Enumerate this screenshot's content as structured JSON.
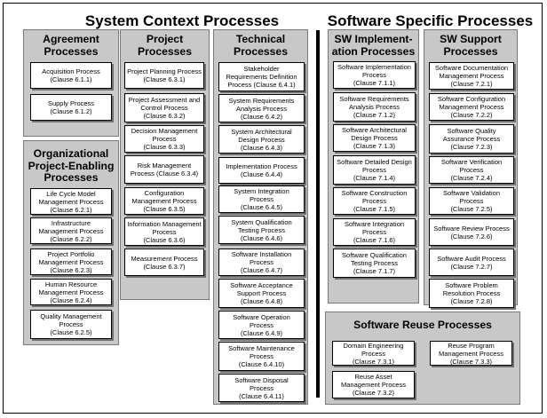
{
  "headings": {
    "system_context": "System Context Processes",
    "software_specific": "Software Specific Processes"
  },
  "groups": {
    "agreement": {
      "title": [
        "Agreement",
        "Processes"
      ],
      "items": [
        [
          "Acquisition Process",
          "(Clause 6.1.1)"
        ],
        [
          "Supply Process",
          "(Clause 6.1.2)"
        ]
      ]
    },
    "organizational": {
      "title": [
        "Organizational",
        "Project-Enabling",
        "Processes"
      ],
      "items": [
        [
          "Life Cycle Model",
          "Management Process",
          "(Clause 6.2.1)"
        ],
        [
          "Infrastructure",
          "Management Process",
          "(Clause 6.2.2)"
        ],
        [
          "Project Portfolio",
          "Management Process",
          "(Clause 6.2.3)"
        ],
        [
          "Human Resource",
          "Management Process",
          "(Clause 6.2.4)"
        ],
        [
          "Quality Management",
          "Process",
          "(Clause 6.2.5)"
        ]
      ]
    },
    "project": {
      "title": [
        "Project",
        "Processes"
      ],
      "items": [
        [
          "Project Planning Process",
          "(Clause 6.3.1)"
        ],
        [
          "Project Assessment and",
          "Control Process",
          "(Clause 6.3.2)"
        ],
        [
          "Decision Management",
          "Process",
          "(Clause 6.3.3)"
        ],
        [
          "Risk Management",
          "Process (Clause 6.3.4)"
        ],
        [
          "Configuration",
          "Management Process",
          "(Clause 6.3.5)"
        ],
        [
          "Information Management",
          "Process",
          "(Clause 6.3.6)"
        ],
        [
          "Measurement Process",
          "(Clause 6.3.7)"
        ]
      ]
    },
    "technical": {
      "title": [
        "Technical",
        "Processes"
      ],
      "items": [
        [
          "Stakeholder",
          "Requirements Definition",
          "Process (Clause 6.4.1)"
        ],
        [
          "System Requirements",
          "Analysis Process",
          "(Clause 6.4.2)"
        ],
        [
          "System Architectural",
          "Design Process",
          "(Clause 6.4.3)"
        ],
        [
          "Implementation Process",
          "(Clause 6.4.4)"
        ],
        [
          "System Integration",
          "Process",
          "(Clause 6.4.5)"
        ],
        [
          "System Qualification",
          "Testing Process",
          "(Clause 6.4.6)"
        ],
        [
          "Software Installation",
          "Process",
          "(Clause 6.4.7)"
        ],
        [
          "Software Acceptance",
          "Support Process",
          "(Clause 6.4.8)"
        ],
        [
          "Software Operation",
          "Process",
          "(Clause 6.4.9)"
        ],
        [
          "Software Maintenance",
          "Process",
          "(Clause 6.4.10)"
        ],
        [
          "Software Disposal",
          "Process",
          "(Clause 6.4.11)"
        ]
      ]
    },
    "sw_implementation": {
      "title": [
        "SW Implement-",
        "ation Processes"
      ],
      "items": [
        [
          "Software Implementation",
          "Process",
          "(Clause 7.1.1)"
        ],
        [
          "Software Requirements",
          "Analysis Process",
          "(Clause 7.1.2)"
        ],
        [
          "Software Architectural",
          "Design Process",
          "(Clause 7.1.3)"
        ],
        [
          "Software Detailed Design",
          "Process",
          "(Clause 7.1.4)"
        ],
        [
          "Software Construction",
          "Process",
          "(Clause 7.1.5)"
        ],
        [
          "Software Integration",
          "Process",
          "(Clause 7.1.6)"
        ],
        [
          "Software Qualification",
          "Testing Process",
          "(Clause 7.1.7)"
        ]
      ]
    },
    "sw_support": {
      "title": [
        "SW Support",
        "Processes"
      ],
      "items": [
        [
          "Software Documentation",
          "Management Process",
          "(Clause 7.2.1)"
        ],
        [
          "Software Configuration",
          "Management Process",
          "(Clause 7.2.2)"
        ],
        [
          "Software Quality",
          "Assurance Process",
          "(Clause 7.2.3)"
        ],
        [
          "Software Verification",
          "Process",
          "(Clause 7.2.4)"
        ],
        [
          "Software Validation",
          "Process",
          "(Clause 7.2.5)"
        ],
        [
          "Software Review Process",
          "(Clause 7.2.6)"
        ],
        [
          "Software Audit Process",
          "(Clause 7.2.7)"
        ],
        [
          "Software Problem",
          "Resolution Process",
          "(Clause 7.2.8)"
        ]
      ]
    },
    "sw_reuse": {
      "title": [
        "Software Reuse Processes"
      ],
      "items": [
        [
          "Domain Engineering",
          "Process",
          "(Clause 7.3.1)"
        ],
        [
          "Reuse Asset",
          "Management Process",
          "(Clause 7.3.2)"
        ],
        [
          "Reuse Program",
          "Management Process",
          "(Clause 7.3.3)"
        ]
      ]
    }
  }
}
